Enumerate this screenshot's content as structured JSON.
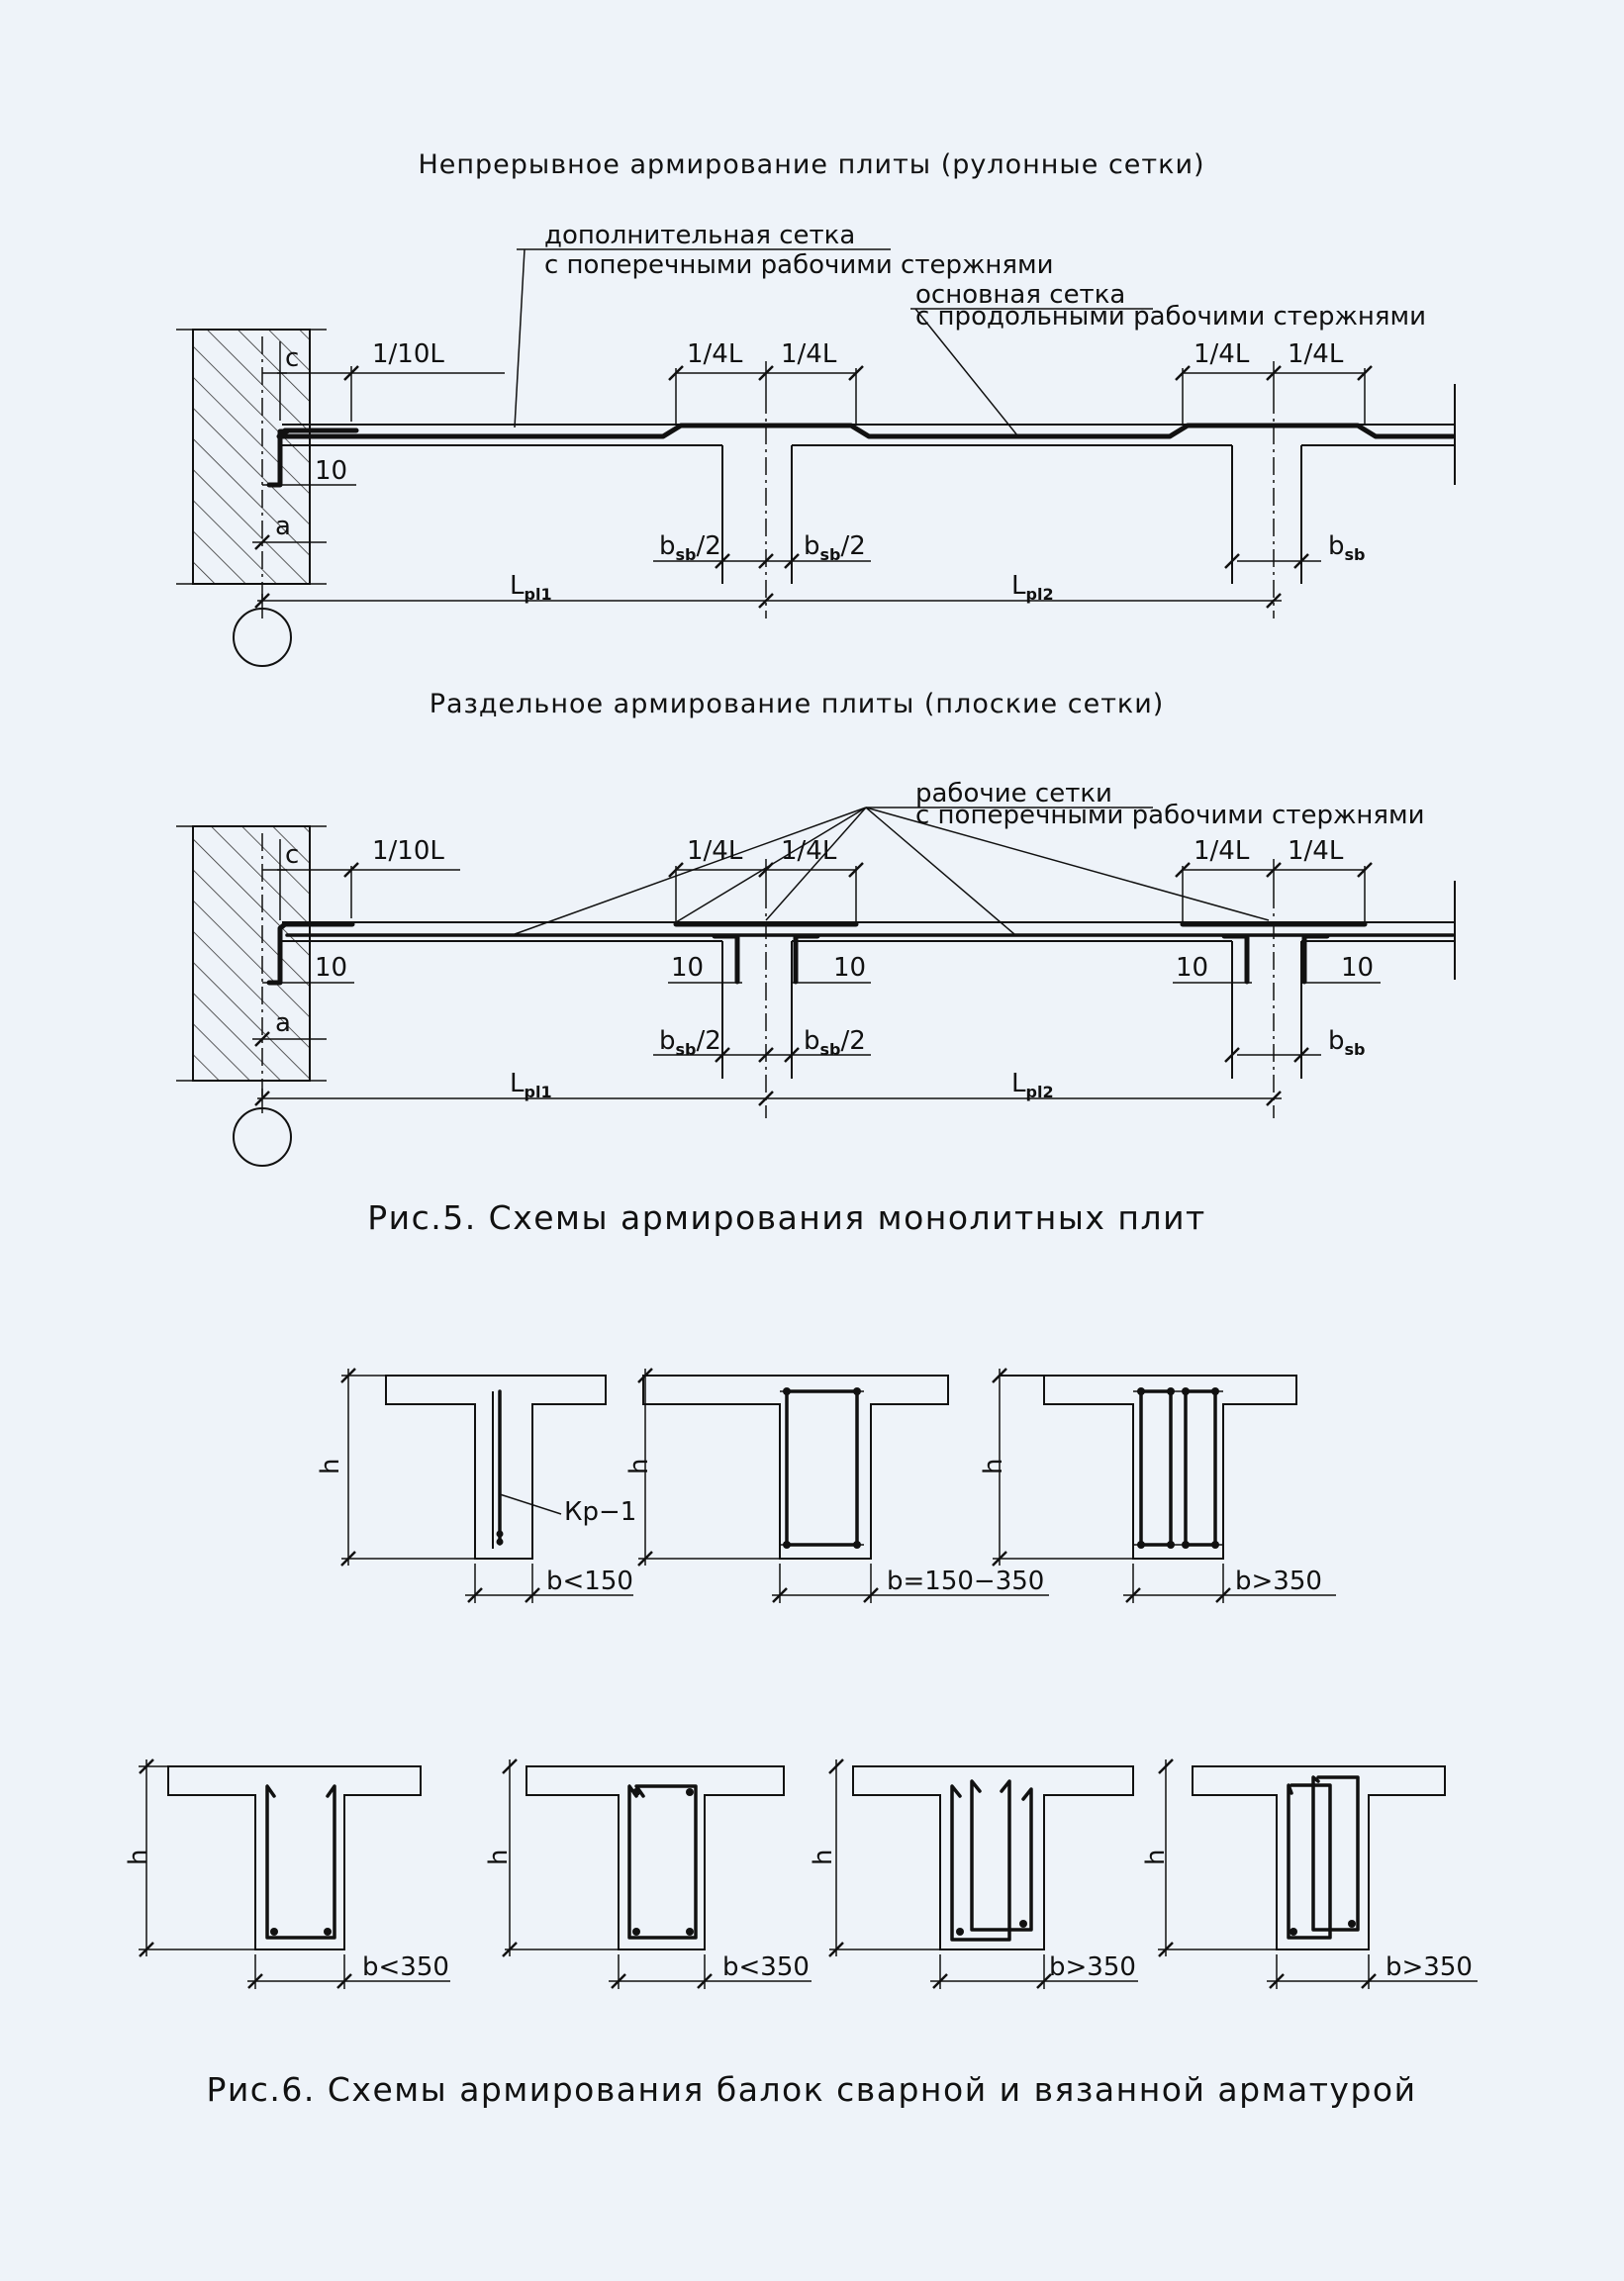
{
  "fig5": {
    "title_continuous": "Непрерывное армирование плиты (рулонные сетки)",
    "title_separate": "Раздельное армирование плиты (плоские сетки)",
    "caption": "Рис.5. Схемы армирования монолитных плит",
    "labels": {
      "additional_mesh_1": "дополнительная сетка",
      "additional_mesh_2": "с поперечными рабочими стержнями",
      "main_mesh_1": "основная сетка",
      "main_mesh_2": "с продольными рабочими стержнями",
      "working_mesh_1": "рабочие сетки",
      "working_mesh_2": "с поперечными рабочими стержнями"
    },
    "dims": {
      "tenth": "1/10L",
      "quarter": "1/4L",
      "ten": "10",
      "c": "c",
      "a": "a",
      "b_main": "b",
      "sb_sub": "sb",
      "half": "/2",
      "L_main": "L",
      "pl1_sub": "pl1",
      "pl2_sub": "pl2"
    }
  },
  "fig6": {
    "caption": "Рис.6. Схемы армирования балок сварной и вязанной арматурой",
    "h": "h",
    "kr1": "Кр−1",
    "row1": [
      "b<150",
      "b=150−350",
      "b>350"
    ],
    "row2": [
      "b<350",
      "b<350",
      "b>350",
      "b>350"
    ]
  }
}
